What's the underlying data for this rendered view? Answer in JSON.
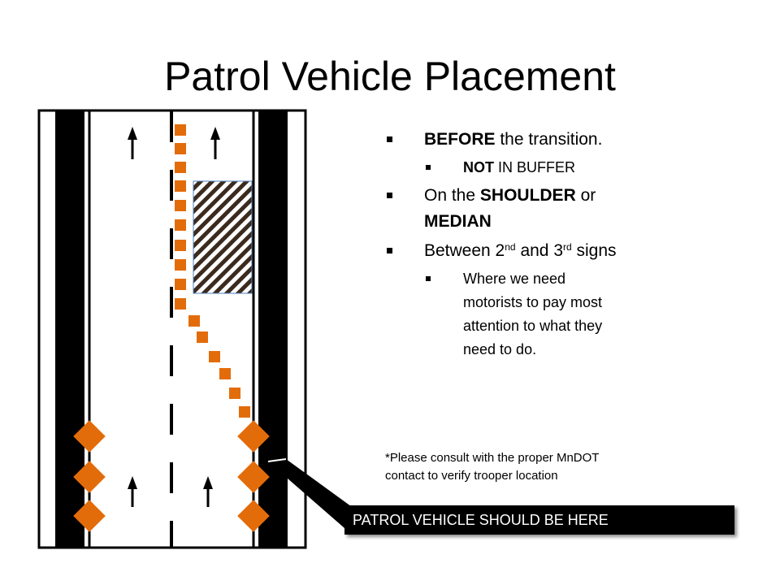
{
  "slide": {
    "title": "Patrol Vehicle Placement"
  },
  "bullets": {
    "b1_bold": "BEFORE",
    "b1_text": " the transition.",
    "b1a_bold": "NOT",
    "b1a_text": " IN BUFFER",
    "b2_text1": "On the ",
    "b2_bold1": "SHOULDER",
    "b2_text2": " or",
    "b2_bold2": "MEDIAN",
    "b3_text1": "Between 2",
    "b3_sup1": "nd",
    "b3_text2": " and 3",
    "b3_sup2": "rd",
    "b3_text3": " signs",
    "b3a_text": "Where we need motorists to pay most attention to what they need to do."
  },
  "note": {
    "line1": "*Please consult with the proper MnDOT",
    "line2": "contact to verify trooper location"
  },
  "callout": {
    "label": "PATROL VEHICLE SHOULD BE HERE"
  },
  "colors": {
    "cone": "#E36C0A",
    "road_edge": "#000000",
    "hatch_stripe": "#3B2A1E",
    "hatch_border": "#4F81BD",
    "callout_bg": "#000000",
    "callout_text": "#FFFFFF"
  },
  "icons": {
    "arrows": "up-arrow-icon",
    "channelizers": "orange-square-drum-icon",
    "signs": "orange-diamond-sign-icon"
  }
}
